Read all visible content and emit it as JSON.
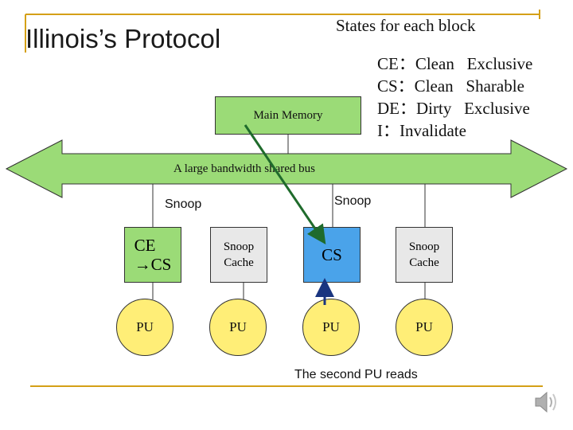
{
  "title": "Illinois’s Protocol",
  "subtitle": "States for each  block",
  "states": [
    "CE：Clean   Exclusive",
    "CS：Clean   Sharable",
    "DE：Dirty   Exclusive",
    "I：Invalidate"
  ],
  "main_memory": "Main   Memory",
  "bus_label": "A  large  bandwidth  shared  bus",
  "snoop_left": "Snoop",
  "snoop_right": "Snoop",
  "caches": [
    {
      "line1": "CE",
      "line2": "→CS"
    },
    {
      "line1": "Snoop",
      "line2": "Cache"
    },
    {
      "line1": "CS",
      "line2": ""
    },
    {
      "line1": "Snoop",
      "line2": "Cache"
    }
  ],
  "pus": [
    "PU",
    "PU",
    "PU",
    "PU"
  ],
  "caption": "The second PU reads",
  "colors": {
    "frame_line": "#d4a017",
    "bus_fill": "#9bdb77",
    "pu_fill": "#ffee77",
    "highlight_cache": "#4aa3ea",
    "arrow_dark_green": "#1f6b2c",
    "arrow_dark_blue": "#1a3580"
  },
  "icons": {
    "speaker": "speaker-icon"
  }
}
